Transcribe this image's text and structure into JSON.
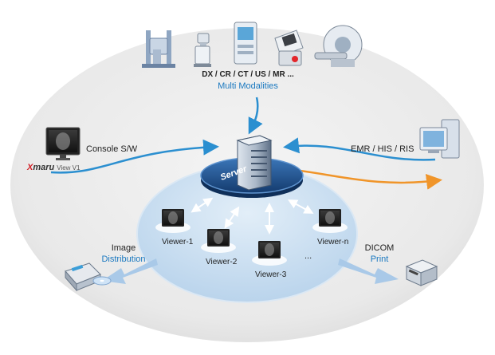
{
  "modalities": {
    "types": "DX / CR / CT / US / MR ...",
    "caption": "Multi Modalities"
  },
  "console": {
    "label": "Console S/W",
    "brand_x": "X",
    "brand_maru": "maru",
    "brand_suffix": "View V1"
  },
  "emr": {
    "label": "EMR / HIS / RIS"
  },
  "server": {
    "label": "Server"
  },
  "viewers": [
    {
      "label": "Viewer-1"
    },
    {
      "label": "Viewer-2"
    },
    {
      "label": "Viewer-3"
    },
    {
      "label": "Viewer-n"
    }
  ],
  "ellipsis": "...",
  "image_distribution": {
    "line1": "Image",
    "line2": "Distribution"
  },
  "dicom_print": {
    "line1": "DICOM",
    "line2": "Print"
  },
  "colors": {
    "flow_arrow": "#2b8fd0",
    "return_arrow": "#f0952a",
    "label_blue": "#1b79c0",
    "outer_ellipse": "#ececec",
    "inner_ellipse": "#c7ddf0",
    "server_base": "#1f4f8c",
    "brand_red": "#d21f26"
  }
}
